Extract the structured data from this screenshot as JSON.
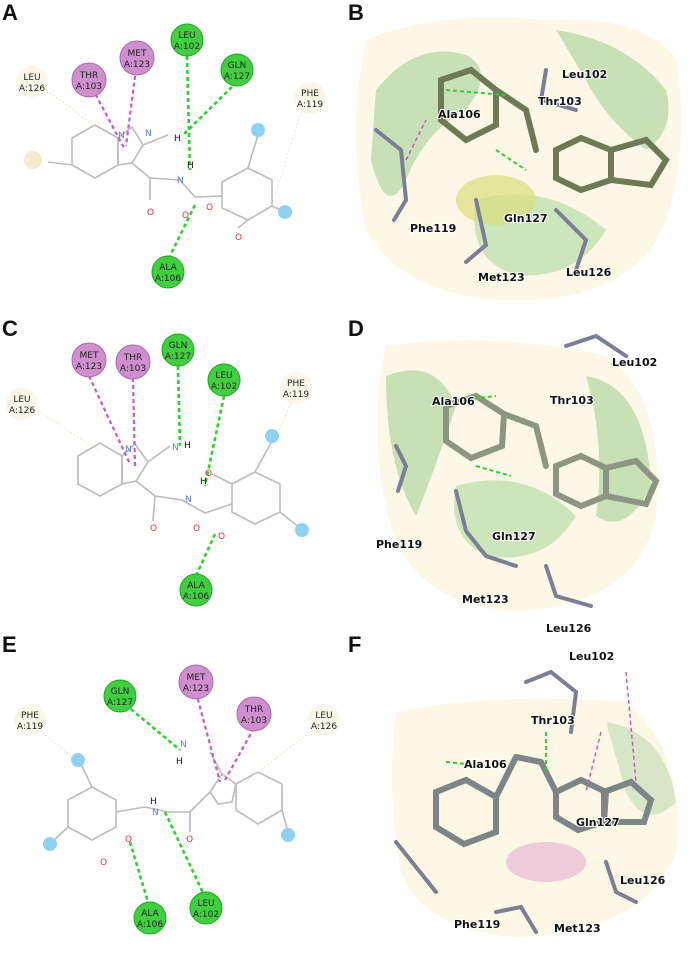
{
  "panels": [
    {
      "letter": "A",
      "residues": [
        {
          "name": "MET",
          "id": "A:123"
        },
        {
          "name": "LEU",
          "id": "A:102"
        },
        {
          "name": "GLN",
          "id": "A:127"
        },
        {
          "name": "THR",
          "id": "A:103"
        },
        {
          "name": "LEU",
          "id": "A:126"
        },
        {
          "name": "PHE",
          "id": "A:119"
        },
        {
          "name": "ALA",
          "id": "A:106"
        }
      ]
    },
    {
      "letter": "B",
      "labels": [
        "Leu102",
        "Thr103",
        "Ala106",
        "Phe119",
        "Gln127",
        "Met123",
        "Leu126"
      ]
    },
    {
      "letter": "C",
      "residues": [
        {
          "name": "GLN",
          "id": "A:127"
        },
        {
          "name": "LEU",
          "id": "A:102"
        },
        {
          "name": "MET",
          "id": "A:123"
        },
        {
          "name": "THR",
          "id": "A:103"
        },
        {
          "name": "LEU",
          "id": "A:126"
        },
        {
          "name": "PHE",
          "id": "A:119"
        },
        {
          "name": "ALA",
          "id": "A:106"
        }
      ]
    },
    {
      "letter": "D",
      "labels": [
        "Leu102",
        "Thr103",
        "Ala106",
        "Phe119",
        "Gln127",
        "Met123",
        "Leu126"
      ]
    },
    {
      "letter": "E",
      "residues": [
        {
          "name": "MET",
          "id": "A:123"
        },
        {
          "name": "GLN",
          "id": "A:127"
        },
        {
          "name": "THR",
          "id": "A:103"
        },
        {
          "name": "LEU",
          "id": "A:126"
        },
        {
          "name": "PHE",
          "id": "A:119"
        },
        {
          "name": "ALA",
          "id": "A:106"
        },
        {
          "name": "LEU",
          "id": "A:102"
        }
      ]
    },
    {
      "letter": "F",
      "labels": [
        "Leu102",
        "Thr103",
        "Ala106",
        "Gln127",
        "Leu126",
        "Phe119",
        "Met123"
      ]
    }
  ],
  "atoms": {
    "N": "N",
    "H": "H",
    "O": "O"
  },
  "colors": {
    "hbond": "#2ed12e",
    "pi_alkyl": "#c85ac8",
    "vdw": "#f0e6c8",
    "green_residue": "#3fcf3f",
    "pink_residue": "#cf8fcf"
  }
}
